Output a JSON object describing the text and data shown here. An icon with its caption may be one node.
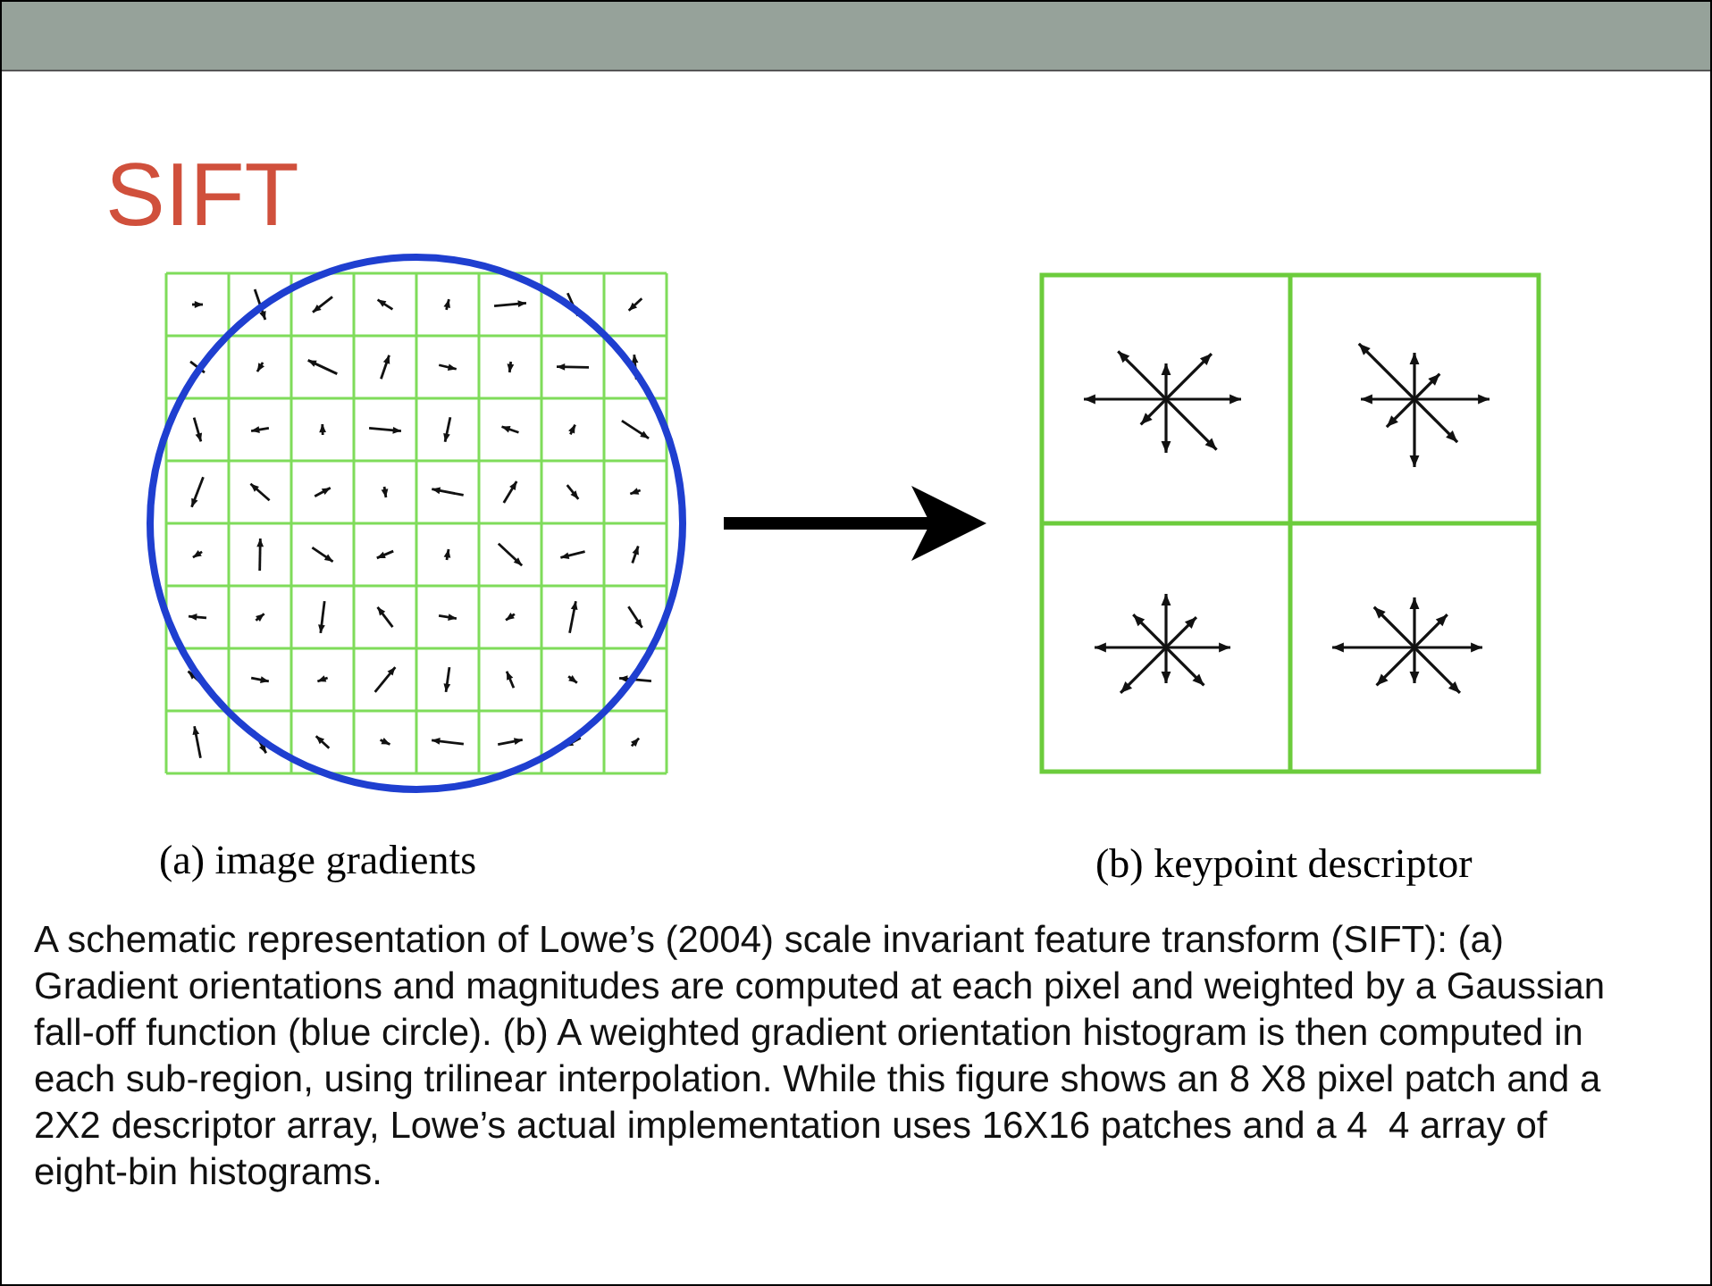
{
  "diagram": {
    "title": "SIFT",
    "caption": "A schematic representation of Lowe’s (2004) scale invariant feature transform (SIFT): (a) Gradient orientations and magnitudes are computed at each pixel and weighted by a Gaussian fall-off function (blue circle). (b) A weighted gradient orientation histogram is then computed in each sub-region, using trilinear interpolation. While this figure shows an 8 X8 pixel patch and a 2X2 descriptor array, Lowe’s actual implementation uses 16X16 patches and a 4  4 array of eight-bin histograms.",
    "nodes": [
      {
        "text": [
          "(a) image gradients"
        ]
      },
      {
        "text": [
          "(b) keypoint descriptor"
        ]
      }
    ],
    "edges": [
      {
        "from": 0,
        "to": 1,
        "arrow": "to"
      }
    ]
  }
}
